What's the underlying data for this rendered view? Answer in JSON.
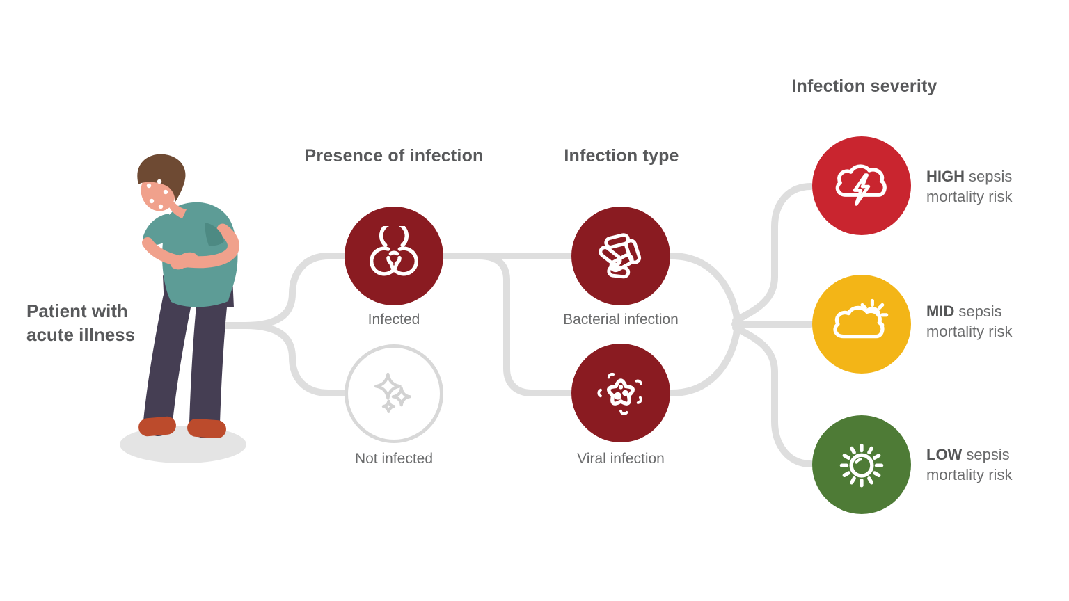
{
  "patient": {
    "label": "Patient with acute illness"
  },
  "presence": {
    "title": "Presence of infection",
    "infected_label": "Infected",
    "not_infected_label": "Not infected"
  },
  "infection_type": {
    "title": "Infection type",
    "bacterial_label": "Bacterial infection",
    "viral_label": "Viral infection"
  },
  "severity": {
    "title": "Infection severity",
    "levels": [
      {
        "level": "HIGH",
        "text": "sepsis mortality risk",
        "color": "#C9252F",
        "icon": "storm-cloud-lightning-icon"
      },
      {
        "level": "MID",
        "text": "sepsis mortality risk",
        "color": "#F3B517",
        "icon": "cloud-sun-icon"
      },
      {
        "level": "LOW",
        "text": "sepsis mortality risk",
        "color": "#4E7B36",
        "icon": "sun-icon"
      }
    ]
  },
  "icons": {
    "infected": "biohazard-icon",
    "not_infected": "sparkles-icon",
    "bacterial": "bacteria-icon",
    "viral": "virus-icon"
  },
  "colors": {
    "infection_circle": "#8A1B21",
    "outline_circle_border": "#D8D8D8",
    "connector": "#DEDEDE",
    "heading_text": "#58595B",
    "label_text": "#6A6B6C",
    "background": "#FFFFFF"
  }
}
